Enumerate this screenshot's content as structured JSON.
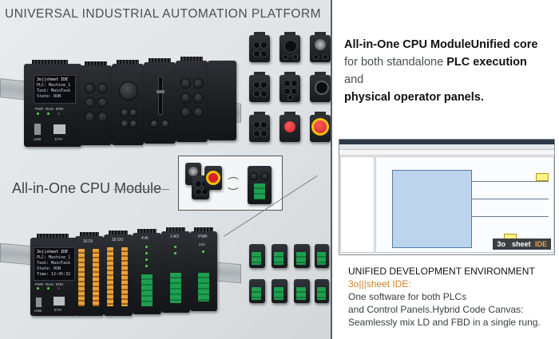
{
  "banner": {
    "title": "UNIVERSAL INDUSTRIAL AUTOMATION PLATFORM",
    "mid_label": "All-in-One CPU Module"
  },
  "cpu_top": {
    "screen_lines": [
      "3o||sheet IDE",
      "PLC: Machine_1",
      "Task: MainTask",
      "State: RUN"
    ],
    "led_labels": [
      "PWR",
      "RUN",
      "ERR"
    ],
    "port_labels": [
      "USB",
      "ETH"
    ]
  },
  "cpu_bottom": {
    "screen_lines": [
      "3o||sheet IDE",
      "PLC: Machine_1",
      "Task: MainTask",
      "State: RUN",
      "Time: 12:45:32"
    ],
    "led_labels": [
      "PWR",
      "RUN",
      "ERR"
    ],
    "port_labels": [
      "USB",
      "ETH"
    ],
    "io_modules": [
      {
        "label": "16 DI"
      },
      {
        "label": "16 DO"
      },
      {
        "label": "4 AI"
      },
      {
        "label": "2 AO"
      },
      {
        "label": "PWR",
        "sub": "24V"
      }
    ]
  },
  "right_panel": {
    "heading_bold_1": "All-in-One CPU ModuleUnified core",
    "heading_line_2a": "for both standalone ",
    "heading_bold_2": "PLC execution",
    "heading_line_3": "and",
    "heading_bold_4": "physical operator panels.",
    "ide_badge_a": "3o",
    "ide_badge_b": "sheet",
    "ide_badge_c": "IDE",
    "section_title": "UNIFIED DEVELOPMENT ENVIRONMENT",
    "ide_name": "3o|||sheet IDE:",
    "desc_1": "One software for both PLCs",
    "desc_2": "and Control Panels.Hybrid Code Canvas:",
    "desc_3": "Seamlessly mix LD and FBD in a single rung."
  },
  "colors": {
    "accent_orange": "#c8822a",
    "terminal_green": "#1f9f4f",
    "led_green": "#4ade40",
    "estop_red": "#d2232a",
    "estop_yellow": "#f2c200"
  }
}
